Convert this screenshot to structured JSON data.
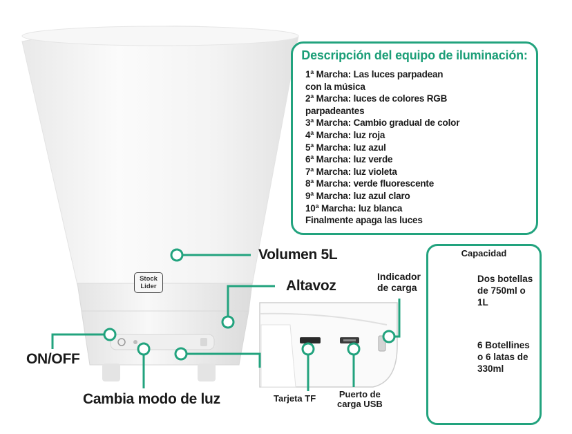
{
  "description": {
    "title": "Descripción del equipo de iluminación:",
    "items": [
      "1ª Marcha: Las luces parpadean",
      "con la música",
      "2ª Marcha: luces de colores RGB",
      "parpadeantes",
      "3ª Marcha: Cambio gradual de color",
      "4ª Marcha: luz roja",
      "5ª Marcha: luz azul",
      "6ª Marcha: luz verde",
      "7ª Marcha: luz violeta",
      "8ª Marcha: verde fluorescente",
      "9ª Marcha: luz azul claro",
      "10ª Marcha: luz blanca",
      "Finalmente apaga las luces"
    ]
  },
  "capacity": {
    "title": "Capacidad",
    "wine_text": [
      "Dos botellas",
      "de 750ml o",
      "1L"
    ],
    "beer_text": [
      "6 Botellines",
      "o 6 latas de",
      "330ml"
    ]
  },
  "callouts": {
    "volume": "Volumen 5L",
    "speaker": "Altavoz",
    "on_off": "ON/OFF",
    "light_mode": "Cambia modo de luz",
    "charge_indicator": [
      "Indicador",
      "de carga"
    ],
    "tf_card": "Tarjeta TF",
    "usb_port": [
      "Puerto de",
      "carga USB"
    ]
  },
  "logo": [
    "Stock",
    "Lider"
  ],
  "colors": {
    "accent": "#22a37e",
    "text": "#1a1a1a",
    "bucket": "#f4f4f4",
    "wine_bottle": "#7a1423",
    "beer_bottle": "#b8651c"
  },
  "icons": [
    "power-icon",
    "mode-icon",
    "usb-icon",
    "wine-bottle-icon",
    "beer-bottle-icon"
  ]
}
